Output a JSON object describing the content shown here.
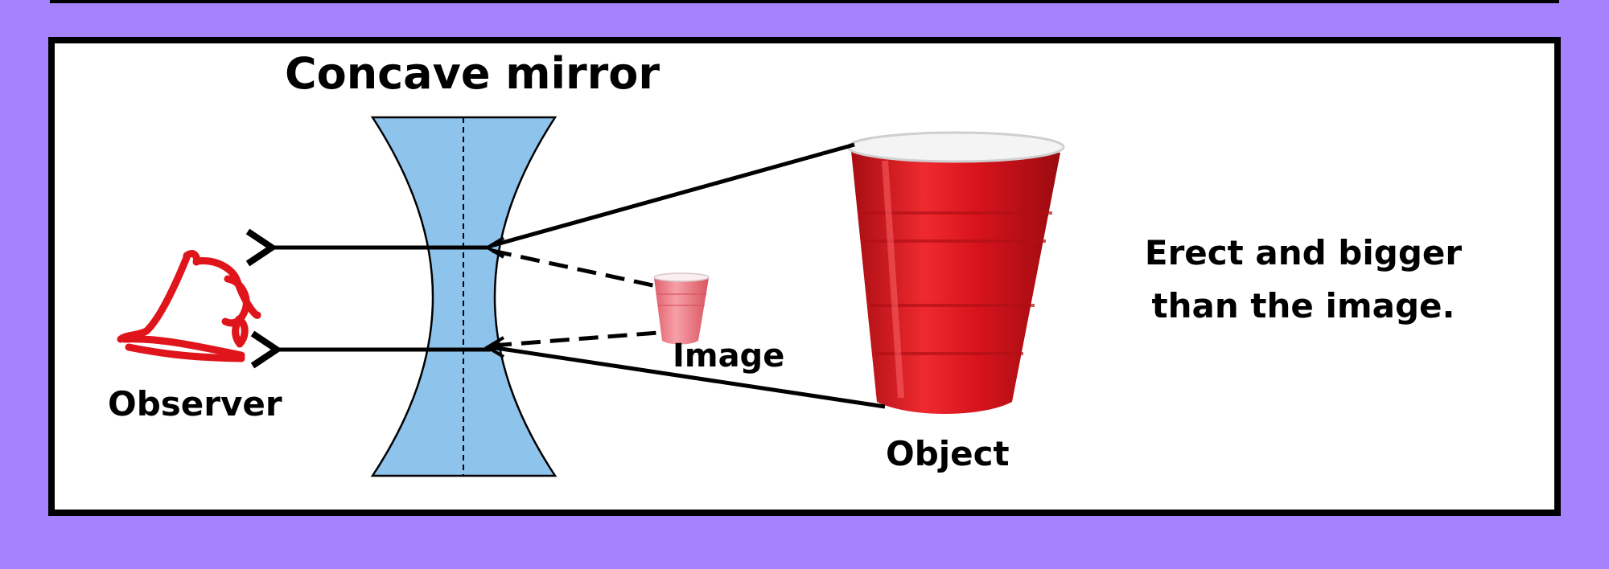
{
  "title": "Concave mirror",
  "labels": {
    "observer": "Observer",
    "image": "Image",
    "object": "Object"
  },
  "description": "Erect and bigger than the image.",
  "colors": {
    "background": "#a683fe",
    "panel": "#ffffff",
    "mirror_fill": "#8ec3ec",
    "cup_red": "#d8131c",
    "image_cup_pink": "#f07a84",
    "eye_red": "#e0151b",
    "outline": "#000000"
  },
  "icons": {
    "observer": "eye-icon",
    "object": "red-cup-icon",
    "image": "small-pink-cup-icon"
  }
}
